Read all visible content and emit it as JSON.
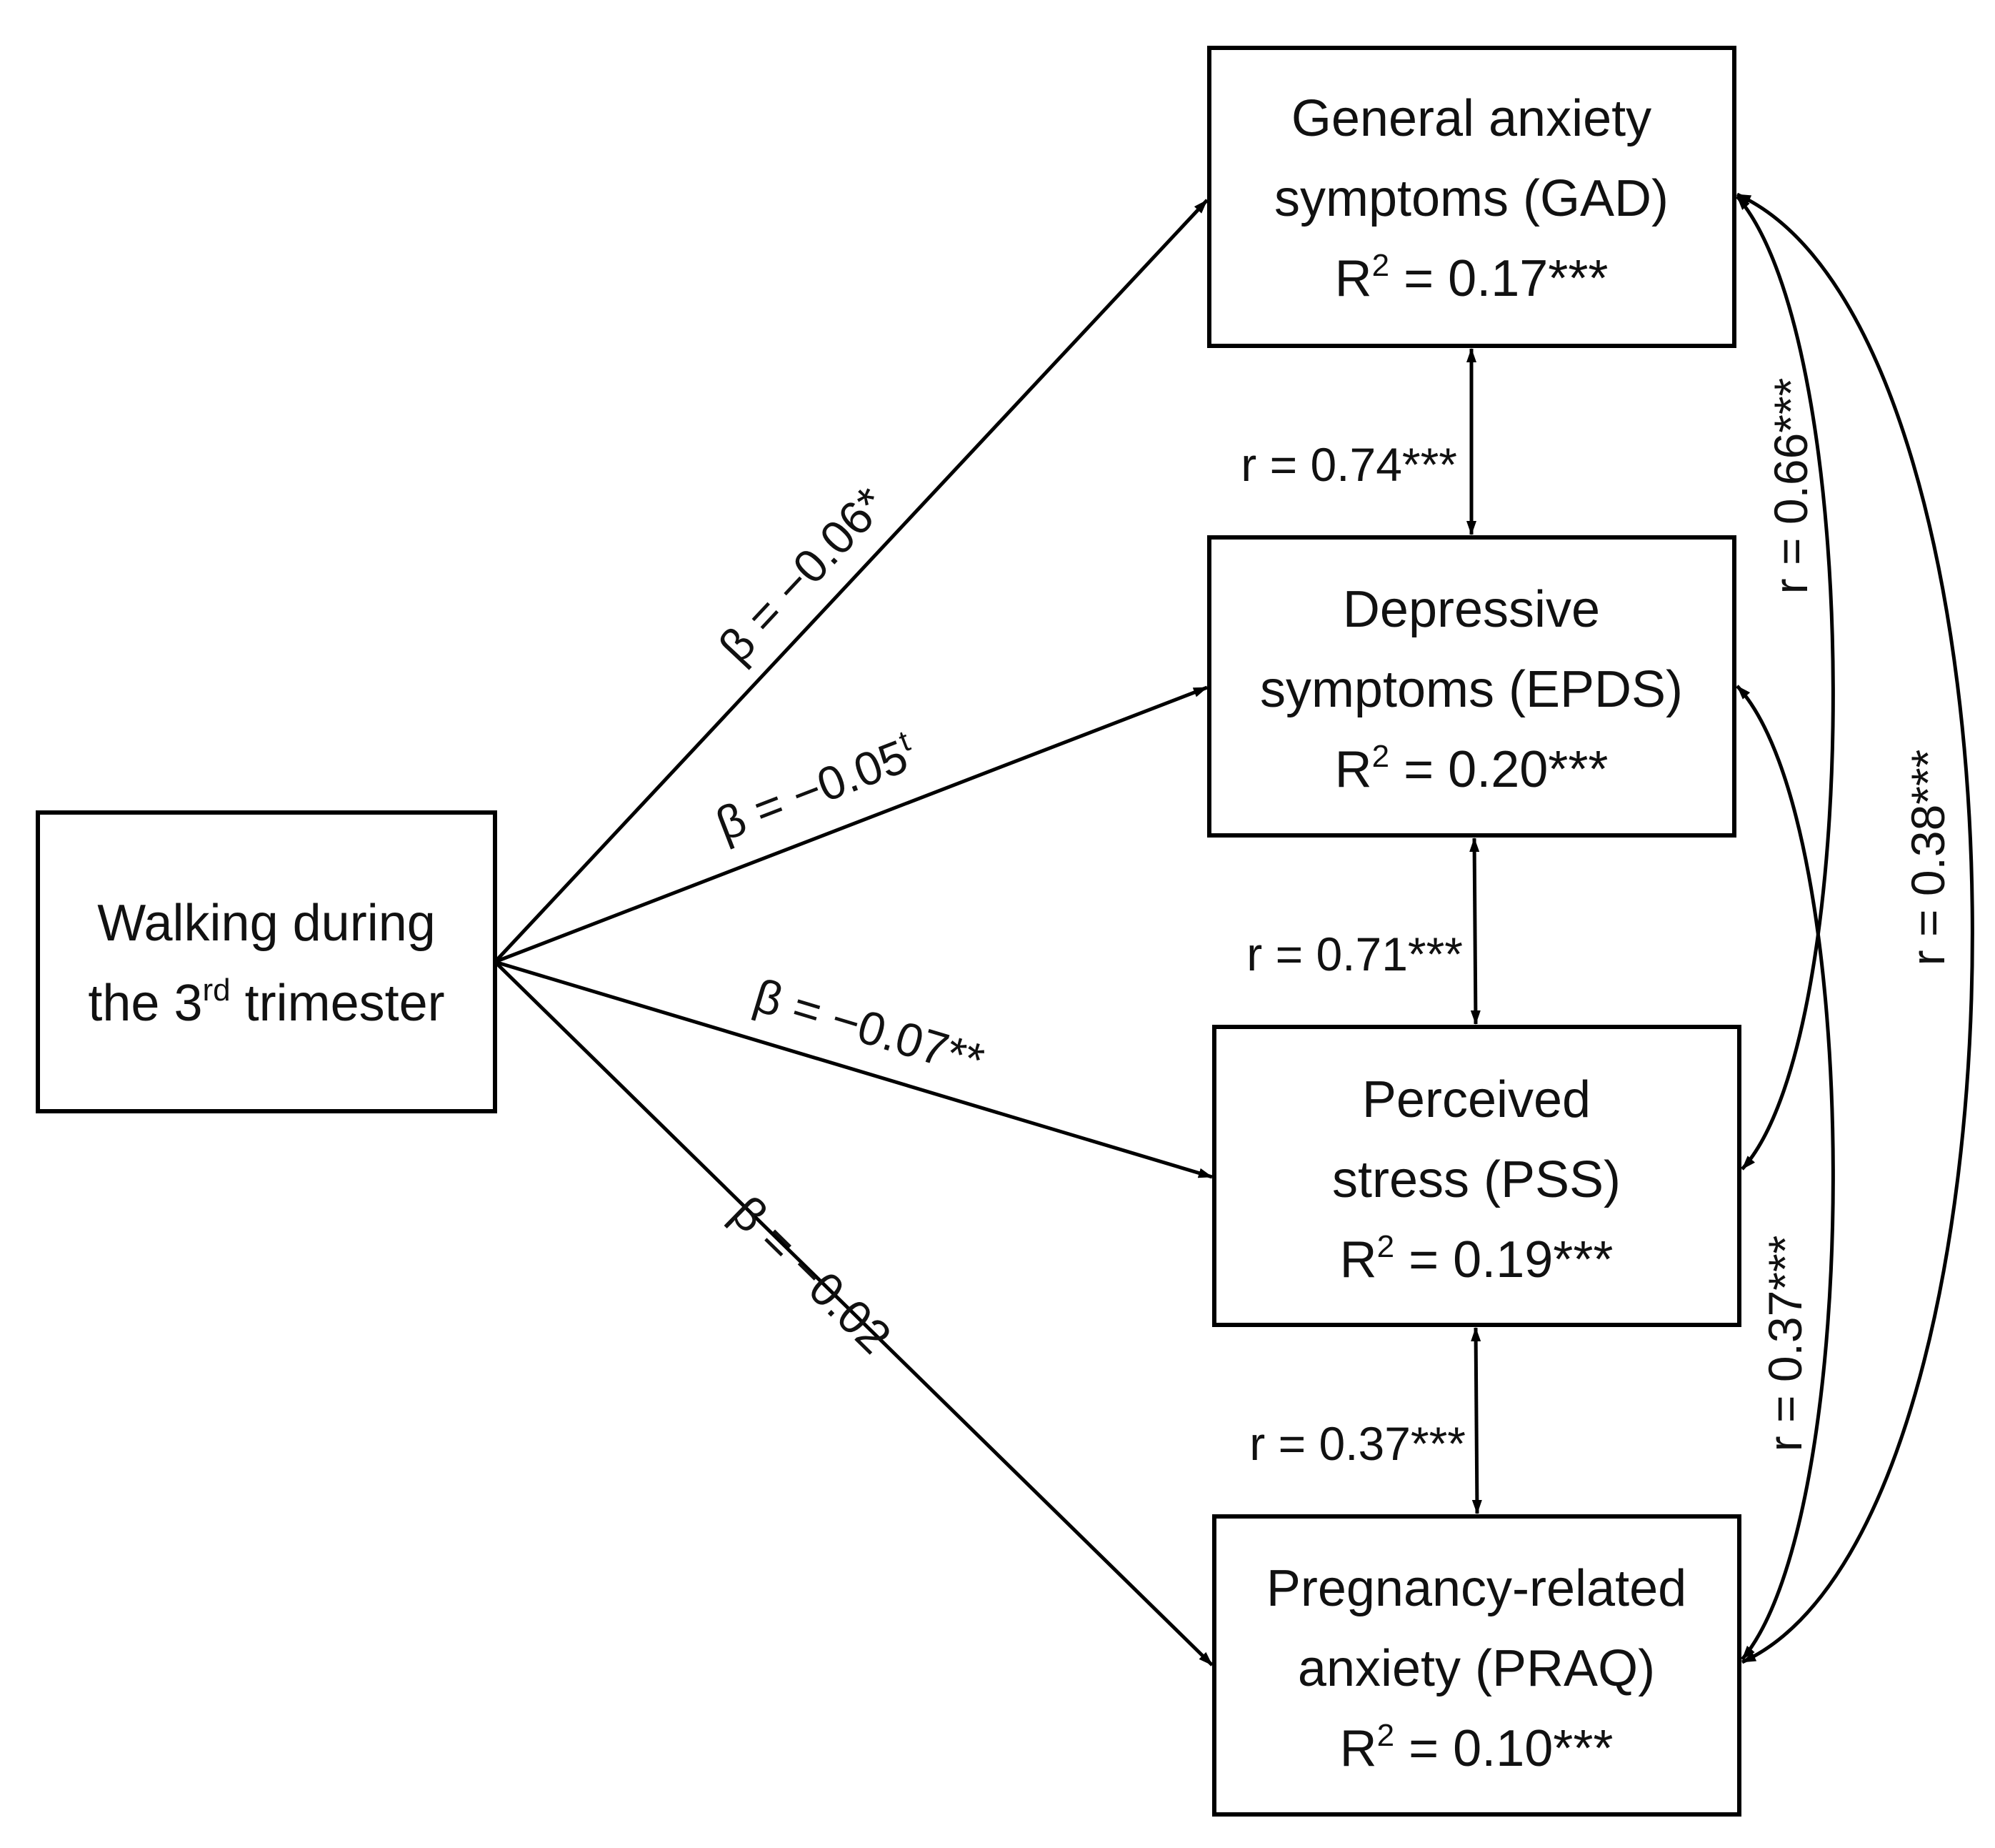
{
  "nodes": {
    "walking": {
      "line1": "Walking during",
      "line2_pre": "the 3",
      "line2_sup": "rd",
      "line2_post": " trimester"
    },
    "gad": {
      "line1": "General anxiety",
      "line2": "symptoms (GAD)",
      "r2_pre": "R",
      "r2_sup": "2",
      "r2_post": " = 0.17***"
    },
    "epds": {
      "line1": "Depressive",
      "line2": "symptoms (EPDS)",
      "r2_pre": "R",
      "r2_sup": "2",
      "r2_post": " = 0.20***"
    },
    "pss": {
      "line1": "Perceived",
      "line2": "stress (PSS)",
      "r2_pre": "R",
      "r2_sup": "2",
      "r2_post": " = 0.19***"
    },
    "praq": {
      "line1": "Pregnancy-related",
      "line2": "anxiety (PRAQ)",
      "r2_pre": "R",
      "r2_sup": "2",
      "r2_post": " = 0.10***"
    }
  },
  "paths": {
    "gad": {
      "label": "β = −0.06*"
    },
    "epds": {
      "label": "β = −0.05",
      "sup": "t"
    },
    "pss": {
      "label": "β = −0.07**"
    },
    "praq": {
      "label": "β = −0.02"
    }
  },
  "correlations": {
    "gad_epds": "r = 0.74***",
    "epds_pss": "r = 0.71***",
    "pss_praq": "r = 0.37***",
    "gad_pss": "r = 0.66***",
    "epds_praq": "r = 0.37***",
    "gad_praq": "r = 0.38***"
  }
}
